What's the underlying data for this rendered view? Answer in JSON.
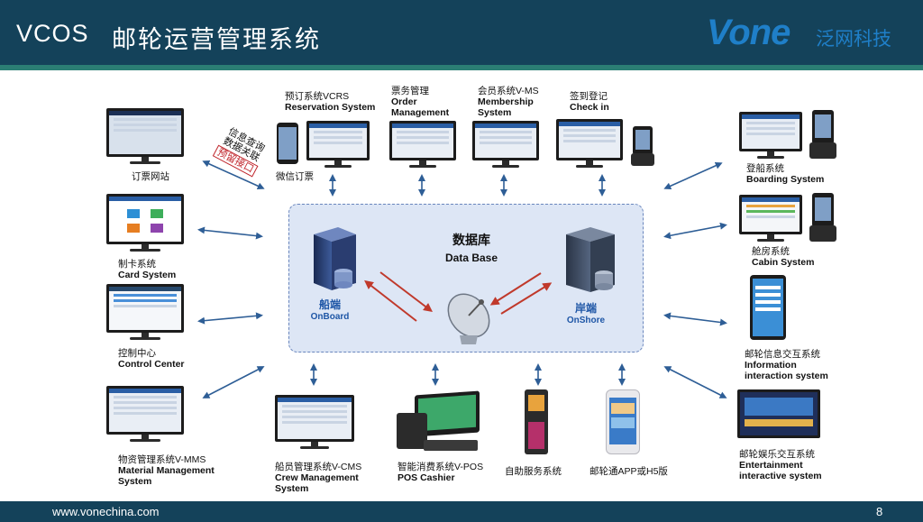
{
  "header": {
    "title_en": "VCOS",
    "title_cn": "邮轮运营管理系统",
    "logo": "Vone",
    "logo_cn": "泛网科技"
  },
  "footer": {
    "url": "www.vonechina.com",
    "page": "8"
  },
  "database": {
    "cn": "数据库",
    "en": "Data Base"
  },
  "onboard": {
    "cn": "船端",
    "en": "OnBoard"
  },
  "onshore": {
    "cn": "岸端",
    "en": "OnShore"
  },
  "stamp": {
    "line1": "信息查询",
    "line2": "数据关联",
    "boxed": "预留接口"
  },
  "colors": {
    "header": "#14425a",
    "stripe": "#2b7e74",
    "arrow_blue": "#2e5e96",
    "arrow_red": "#c0392b",
    "db_fill": "#dde6f5"
  },
  "top": {
    "wechat": {
      "cn": "微信订票"
    },
    "reservation": {
      "cn": "预订系统VCRS",
      "en": "Reservation System"
    },
    "order": {
      "cn": "票务管理",
      "en1": "Order",
      "en2": "Management"
    },
    "membership": {
      "cn": "会员系统V-MS",
      "en1": "Membership",
      "en2": "System"
    },
    "checkin": {
      "cn": "签到登记",
      "en": "Check in"
    }
  },
  "left": {
    "website": {
      "cn": "订票网站"
    },
    "card": {
      "cn": "制卡系统",
      "en": "Card System"
    },
    "control": {
      "cn": "控制中心",
      "en": "Control Center"
    },
    "material": {
      "cn": "物资管理系统V-MMS",
      "en1": "Material Management",
      "en2": "System"
    }
  },
  "right": {
    "boarding": {
      "cn": "登船系统",
      "en": "Boarding System"
    },
    "cabin": {
      "cn": "舱房系统",
      "en": "Cabin System"
    },
    "info": {
      "cn": "邮轮信息交互系统",
      "en1": "Information",
      "en2": "interaction system"
    },
    "ent": {
      "cn": "邮轮娱乐交互系统",
      "en1": "Entertainment",
      "en2": "interactive system"
    }
  },
  "bottom": {
    "crew": {
      "cn": "船员管理系统V-CMS",
      "en1": "Crew Management",
      "en2": "System"
    },
    "pos": {
      "cn": "智能消费系统V-POS",
      "en": "POS Cashier"
    },
    "kiosk": {
      "cn": "自助服务系统"
    },
    "app": {
      "cn": "邮轮通APP或H5版"
    }
  }
}
